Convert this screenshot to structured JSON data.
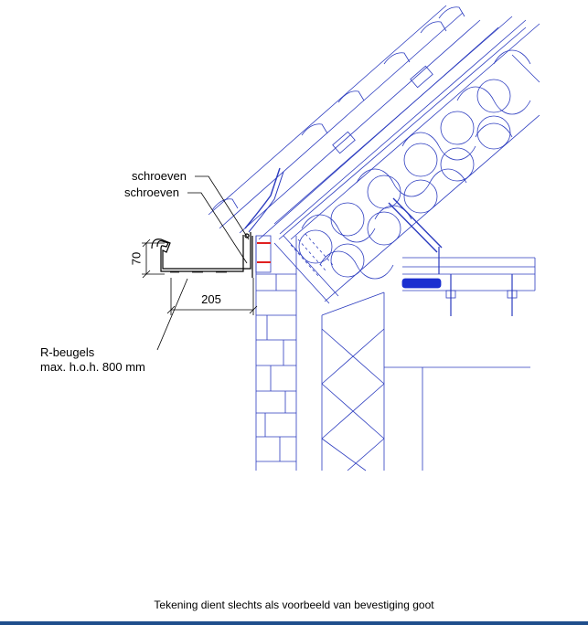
{
  "labels": {
    "screw_1": "schroeven",
    "screw_2": "schroeven",
    "bracket_line1": "R-beugels",
    "bracket_line2": "max. h.o.h. 800 mm"
  },
  "dimensions": {
    "height": "70",
    "width": "205"
  },
  "caption": "Tekening dient slechts als voorbeeld van bevestiging goot",
  "colors": {
    "construction_lines": "#2b3bbf",
    "gutter_profile": "#000000",
    "screw_marks": "#e02020",
    "footer_bar": "#1f4e8c"
  }
}
